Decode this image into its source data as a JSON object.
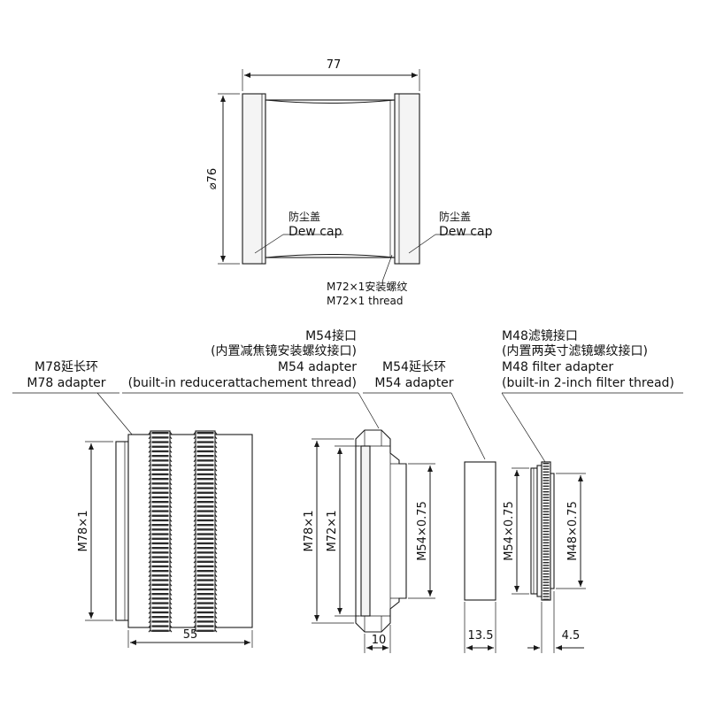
{
  "top": {
    "width_dim": "77",
    "diameter_dim": "⌀76",
    "dew_cap_left": {
      "zh": "防尘盖",
      "en": "Dew cap"
    },
    "dew_cap_right": {
      "zh": "防尘盖",
      "en": "Dew cap"
    },
    "thread": {
      "zh": "M72×1安装螺纹",
      "en": "M72×1 thread"
    }
  },
  "bottom": {
    "m78": {
      "label_zh": "M78延长环",
      "label_en": "M78 adapter",
      "dim_height": "M78×1",
      "dim_width": "55"
    },
    "m54_adapter": {
      "label_zh": "M54接口",
      "label_zh2": "(内置减焦镜安装螺纹接口)",
      "label_en": "M54 adapter",
      "label_en2": "(built-in reducerattachement thread)",
      "dim_outer": "M78×1",
      "dim_mid": "M72×1",
      "dim_inner": "M54×0.75",
      "dim_width": "10"
    },
    "m54_ext": {
      "label_zh": "M54延长环",
      "label_en": "M54 adapter",
      "dim_width": "13.5"
    },
    "m48": {
      "label_zh": "M48滤镜接口",
      "label_zh2": "(内置两英寸滤镜螺纹接口)",
      "label_en": "M48 filter adapter",
      "label_en2": "(built-in 2-inch filter thread)",
      "dim_left": "M54×0.75",
      "dim_right": "M48×0.75",
      "dim_width": "4.5"
    }
  }
}
